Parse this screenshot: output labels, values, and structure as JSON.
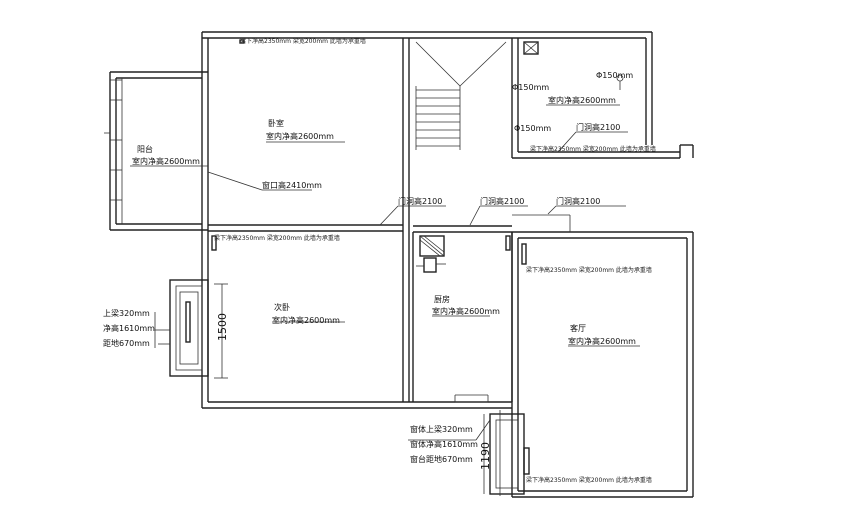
{
  "rooms": {
    "bedroom_top": {
      "name": "卧室",
      "height": "室内净高2600mm"
    },
    "left_wing": {
      "name": "阳台",
      "height": "室内净高2600mm"
    },
    "bedroom_mid": {
      "name": "次卧",
      "height": "室内净高2600mm"
    },
    "kitchen": {
      "name": "厨房",
      "height": "室内净高2600mm"
    },
    "living": {
      "name": "客厅",
      "height": "室内净高2600mm"
    },
    "top_right": {
      "height": "室内净高2600mm"
    }
  },
  "annotations": {
    "window_height": "窗口高2410mm",
    "door_h1": "门洞高2100",
    "door_h2": "门洞高2100",
    "door_h3": "门洞高2100",
    "door_h4": "门洞高2100",
    "pipe1": "Φ150mm",
    "pipe2": "Φ150mm",
    "pipe3": "Φ150mm"
  },
  "left_window": {
    "beam": "上梁320mm",
    "clear": "净高1610mm",
    "sill": "距地670mm",
    "width": "1500"
  },
  "bottom_window": {
    "beam": "窗体上梁320mm",
    "clear": "窗体净高1610mm",
    "sill": "窗台距地670mm",
    "width": "1190"
  },
  "beam_notes": {
    "note": "梁下净高2350mm  梁宽200mm  此墙为承重墙"
  }
}
